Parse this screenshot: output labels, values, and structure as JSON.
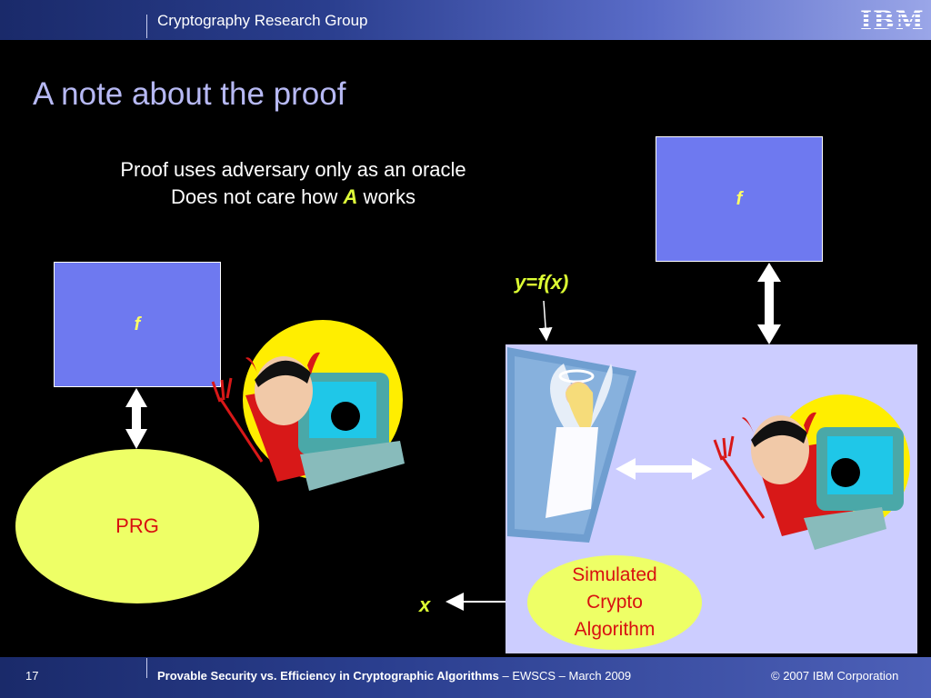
{
  "header": {
    "group": "Cryptography Research Group",
    "logo": "IBM"
  },
  "title": "A note about the proof",
  "lead": {
    "line1": "Proof uses adversary only as an oracle",
    "line2_pre": "Does not care how ",
    "line2_var": "A",
    "line2_post": " works"
  },
  "left": {
    "f_label": "f",
    "prg_label": "PRG"
  },
  "right": {
    "f_label": "f",
    "query_label": "y=f(x)",
    "output_label": "x",
    "sim_label": [
      "Simulated",
      "Crypto",
      "Algorithm"
    ]
  },
  "icons": [
    "adversary-devil-icon",
    "angel-oracle-icon",
    "double-arrow-icon"
  ],
  "footer": {
    "slide_number": "17",
    "talk_title": "Provable Security vs. Efficiency in Cryptographic Algorithms",
    "talk_suffix": " – EWSCS – March 2009",
    "copyright": "© 2007 IBM Corporation"
  },
  "colors": {
    "background": "#000000",
    "title": "#b7b9f4",
    "f_box": "#6e79f0",
    "ellipse_fill": "#eeff66",
    "ellipse_text": "#d81010",
    "variable_text": "#ddff33",
    "sim_panel": "#cccdff"
  }
}
